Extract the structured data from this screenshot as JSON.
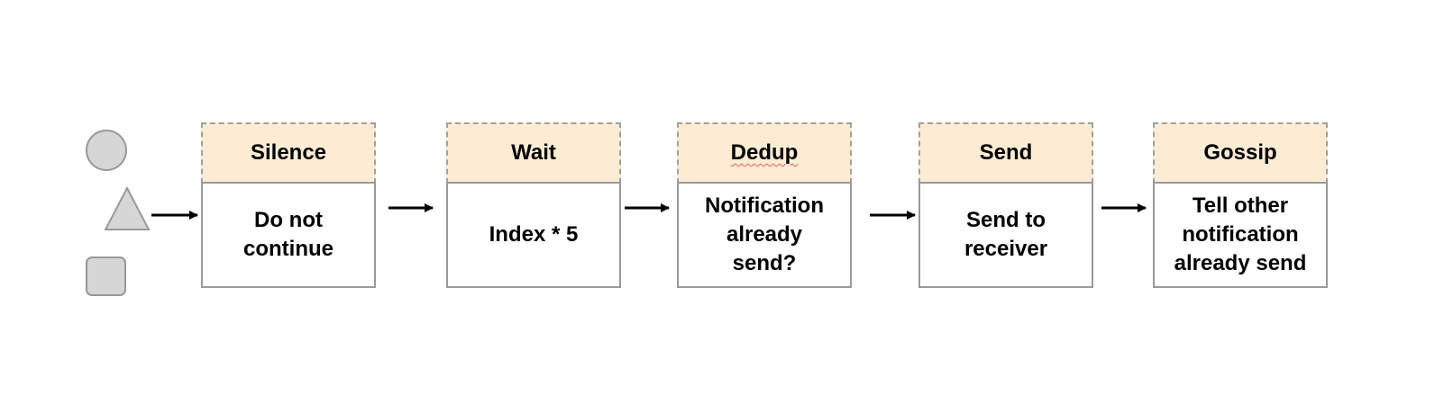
{
  "shapes": {
    "items": [
      "circle",
      "triangle",
      "rounded-square"
    ],
    "fill": "#d6d6d6",
    "stroke": "#999999"
  },
  "stages": [
    {
      "header": "Silence",
      "body": "Do not\ncontinue"
    },
    {
      "header": "Wait",
      "body": "Index * 5"
    },
    {
      "header": "Dedup",
      "body": "Notification\nalready\nsend?"
    },
    {
      "header": "Send",
      "body": "Send to\nreceiver"
    },
    {
      "header": "Gossip",
      "body": "Tell other\nnotification\nalready send"
    }
  ],
  "colors": {
    "header_fill": "#fcecd3",
    "border": "#9a9a9a",
    "arrow": "#000000"
  }
}
